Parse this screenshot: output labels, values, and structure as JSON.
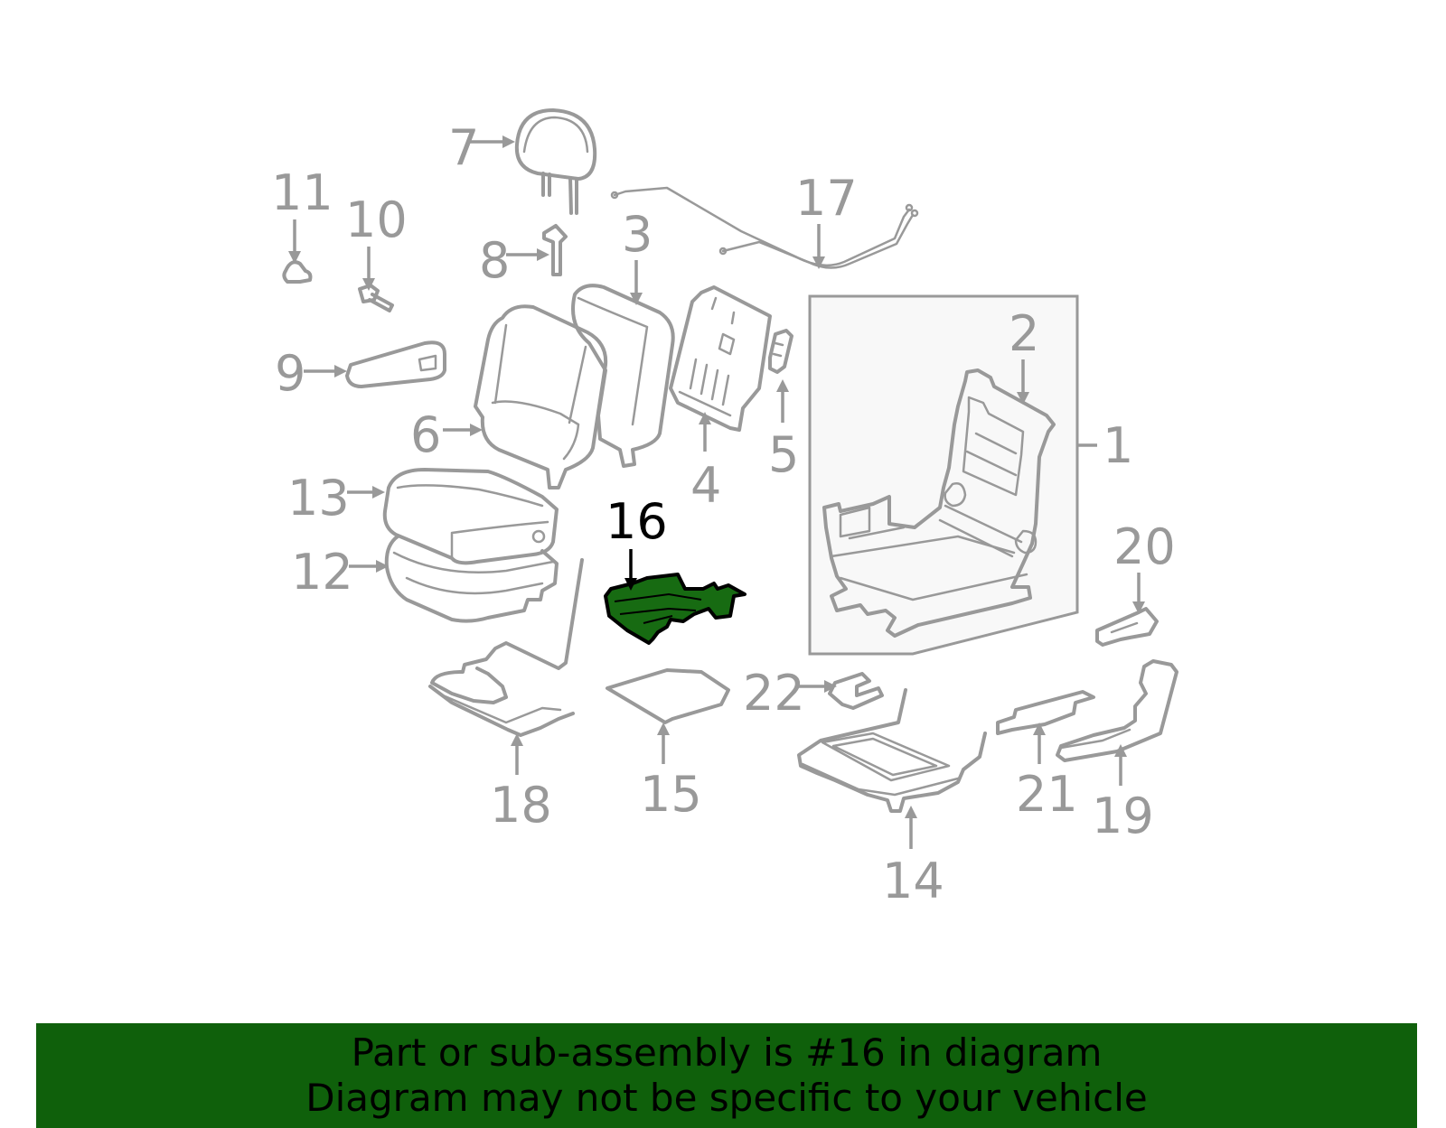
{
  "diagram": {
    "highlight_color": "#176b12",
    "part_color": "#999999",
    "labels": {
      "l1": "1",
      "l2": "2",
      "l3": "3",
      "l4": "4",
      "l5": "5",
      "l6": "6",
      "l7": "7",
      "l8": "8",
      "l9": "9",
      "l10": "10",
      "l11": "11",
      "l12": "12",
      "l13": "13",
      "l14": "14",
      "l15": "15",
      "l16": "16",
      "l17": "17",
      "l18": "18",
      "l19": "19",
      "l20": "20",
      "l21": "21",
      "l22": "22"
    },
    "highlighted_part": "16"
  },
  "banner": {
    "background": "#0f600b",
    "line1": "Part or sub-assembly is #16 in diagram",
    "line2": "Diagram may not be specific to your vehicle"
  }
}
